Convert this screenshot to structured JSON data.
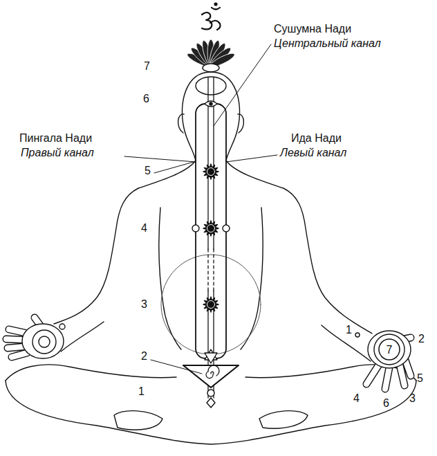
{
  "diagram": {
    "nodes": [
      {
        "text": [
          "7"
        ]
      }
    ],
    "labels": [
      "Сушумна Нади",
      "Центральный канал",
      "Пингала Нади",
      "Правый канал",
      "Ида Нади",
      "Левый канал",
      "7",
      "6",
      "5",
      "4",
      "3",
      "2",
      "1",
      "1",
      "2",
      "5",
      "3",
      "6",
      "4"
    ]
  }
}
